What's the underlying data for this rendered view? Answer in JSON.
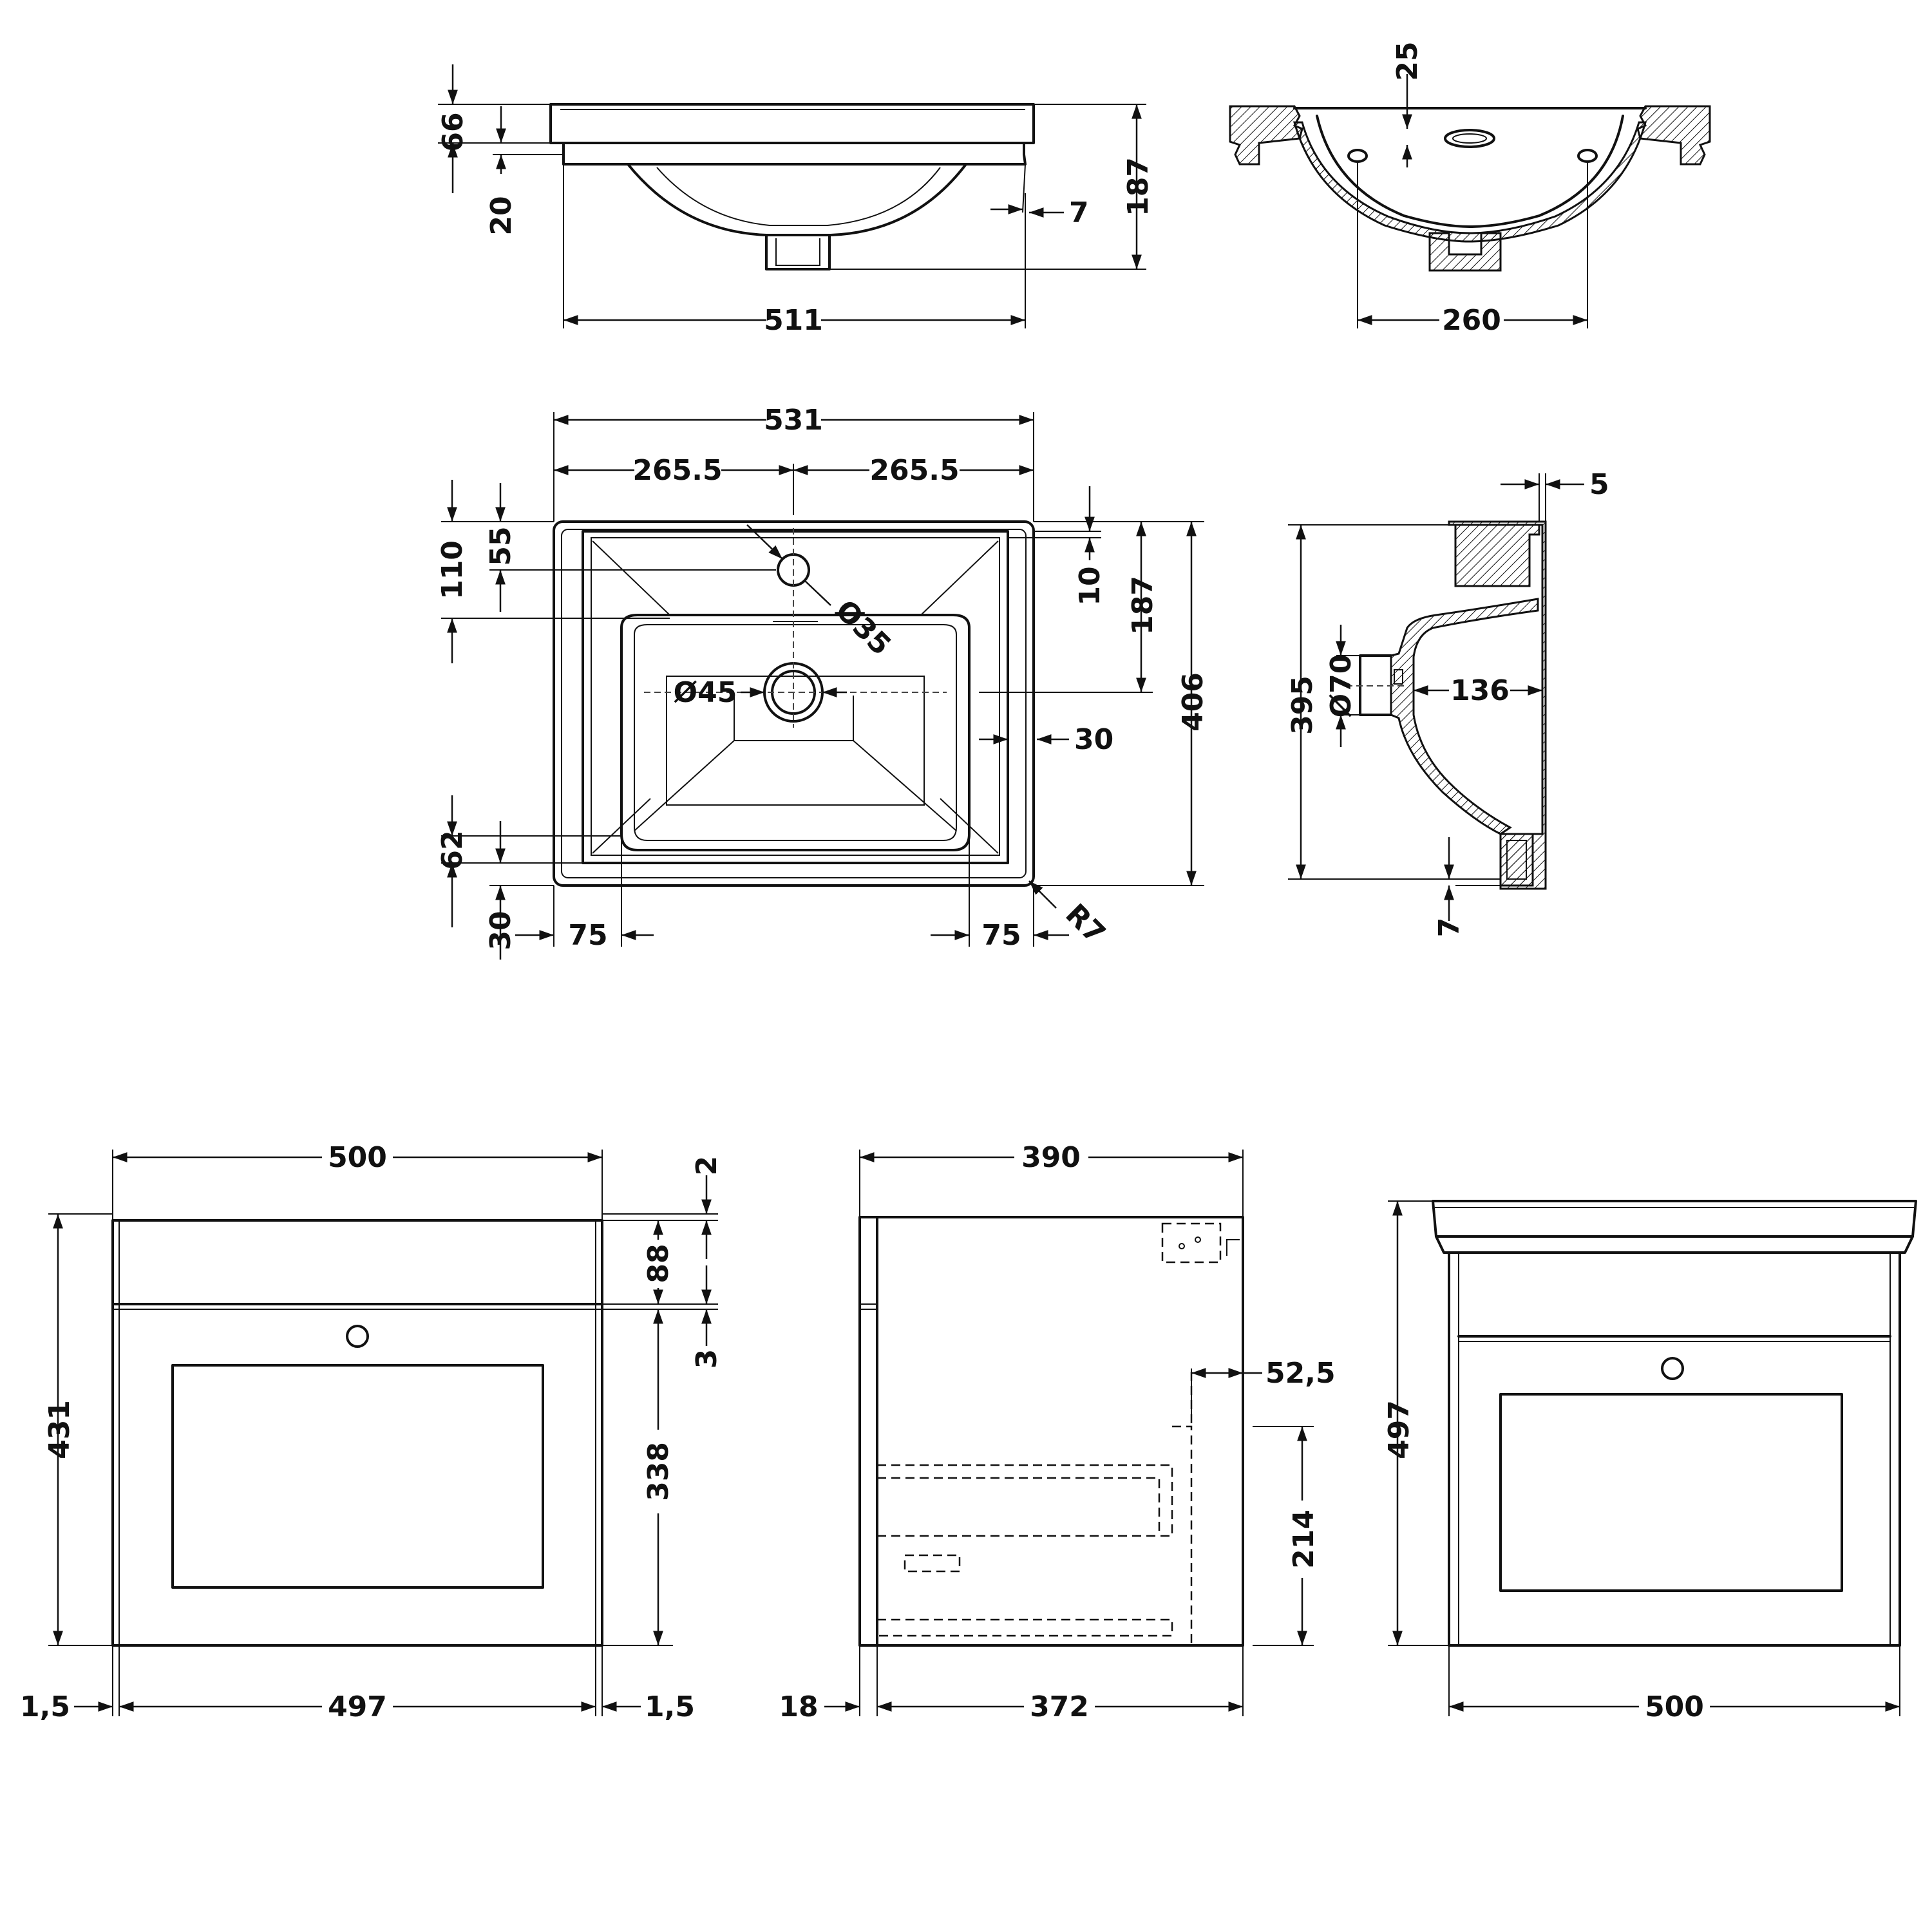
{
  "dimensions": {
    "basin_side": {
      "d66": "66",
      "d20": "20",
      "d7": "7",
      "d187": "187",
      "d511": "511"
    },
    "basin_section": {
      "d25": "25",
      "d260": "260"
    },
    "basin_plan": {
      "d531": "531",
      "d265_5_left": "265.5",
      "d265_5_right": "265.5",
      "d110": "110",
      "d55": "55",
      "d10": "10",
      "d187": "187",
      "d406": "406",
      "phi35": "Ø35",
      "phi45": "Ø45",
      "d30_right": "30",
      "d62": "62",
      "d30_bottom": "30",
      "d75_left": "75",
      "d75_right": "75",
      "r7": "R7"
    },
    "basin_profile": {
      "d5": "5",
      "d395": "395",
      "phi70": "Ø70",
      "d136": "136",
      "d7": "7"
    },
    "unit_front": {
      "d500": "500",
      "d431": "431",
      "d2": "2",
      "d88": "88",
      "d3": "3",
      "d338": "338",
      "d1_5_left": "1,5",
      "d497": "497",
      "d1_5_right": "1,5"
    },
    "unit_side": {
      "d390": "390",
      "d52_5": "52,5",
      "d214": "214",
      "d18": "18",
      "d372": "372"
    },
    "assembled_front": {
      "d497": "497",
      "d500": "500"
    }
  }
}
